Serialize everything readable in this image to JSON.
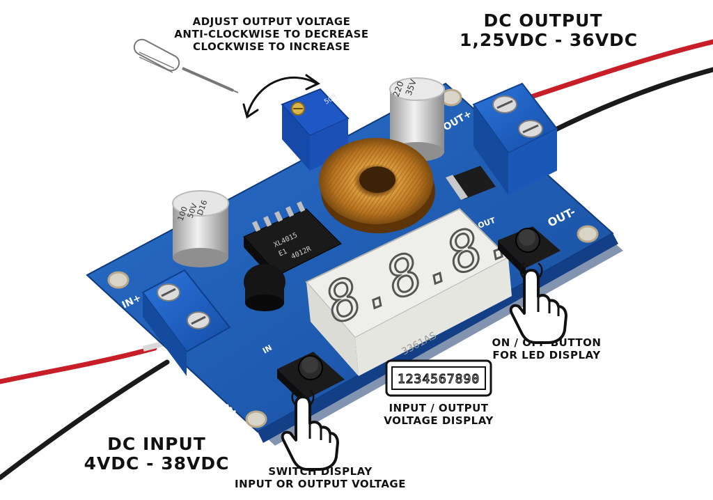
{
  "annotations": {
    "adjust": {
      "line1": "ADJUST OUTPUT VOLTAGE",
      "line2": "ANTI-CLOCKWISE TO DECREASE",
      "line3": "CLOCKWISE TO INCREASE"
    },
    "dc_output": {
      "line1": "DC OUTPUT",
      "line2": "1,25VDC - 36VDC"
    },
    "dc_input": {
      "line1": "DC INPUT",
      "line2": "4VDC - 38VDC"
    },
    "onoff": {
      "line1": "ON / OFF BUTTON",
      "line2": "FOR LED DISPLAY"
    },
    "voltage_display": {
      "line1": "INPUT / OUTPUT",
      "line2": "VOLTAGE DISPLAY",
      "lcd_digits": "1234567890"
    },
    "switch_display": {
      "line1": "SWITCH DISPLAY",
      "line2": "INPUT OR OUTPUT VOLTAGE"
    }
  },
  "board": {
    "colors": {
      "pcb": "#1e5fb8",
      "terminal": "#1f63c8",
      "wire_red": "#c81e28",
      "wire_black": "#1a1a1a",
      "coil": "#c8862c"
    },
    "silkscreen": {
      "in_plus": "IN+",
      "in_minus": "IN-",
      "out_plus": "OUT+",
      "out_minus": "OUT-",
      "in_button": "IN",
      "out_button": "OUT",
      "display_part": "3361AS",
      "seven_seg": "8.8.8."
    },
    "cap_large": {
      "line1": "220",
      "line2": "35V"
    },
    "cap_small": {
      "line1": "100",
      "line2": "50V",
      "line3": "D16"
    },
    "ic_marking": {
      "line1": "XL4015",
      "line2": "E1",
      "line3": "4012R"
    },
    "trimpot": "503"
  }
}
